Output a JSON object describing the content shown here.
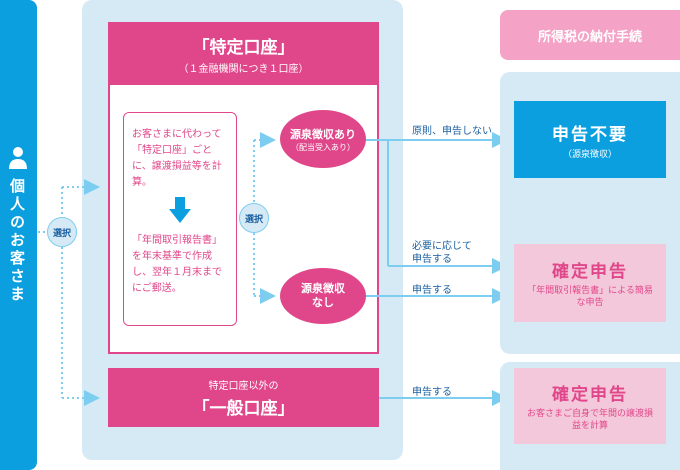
{
  "customer": {
    "label": "個人のお客さま",
    "select": "選択"
  },
  "tokutei": {
    "title": "「特定口座」",
    "subtitle": "（１金融機関につき１口座）",
    "desc1": "お客さまに代わって「特定口座」ごとに、譲渡損益等を計算。",
    "desc2": "「年間取引報告書」を年末基準で作成し、翌年１月末までにご郵送。",
    "select": "選択",
    "withholding_yes": "源泉徴収あり",
    "withholding_yes_sub": "（配当受入あり）",
    "withholding_no": "源泉徴収なし"
  },
  "ippan": {
    "label": "特定口座以外の",
    "title": "「一般口座」"
  },
  "arrows": {
    "no_report": "原則、申告しない",
    "as_needed": "必要に応じて申告する",
    "report1": "申告する",
    "report2": "申告する"
  },
  "tax": {
    "header": "所得税の納付手続",
    "fuyou": "申告不要",
    "fuyou_sub": "（源泉徴収）",
    "kakutei1": "確定申告",
    "kakutei1_sub": "「年間取引報告書」による簡易な申告",
    "kakutei2": "確定申告",
    "kakutei2_sub": "お客さまご自身で年間の譲渡損益を計算"
  },
  "colors": {
    "pink": "#e0478a",
    "blue": "#0b9fe0",
    "light_blue": "#d6eaf6",
    "light_pink": "#f4c8db",
    "arrow": "#7ccdf0"
  }
}
